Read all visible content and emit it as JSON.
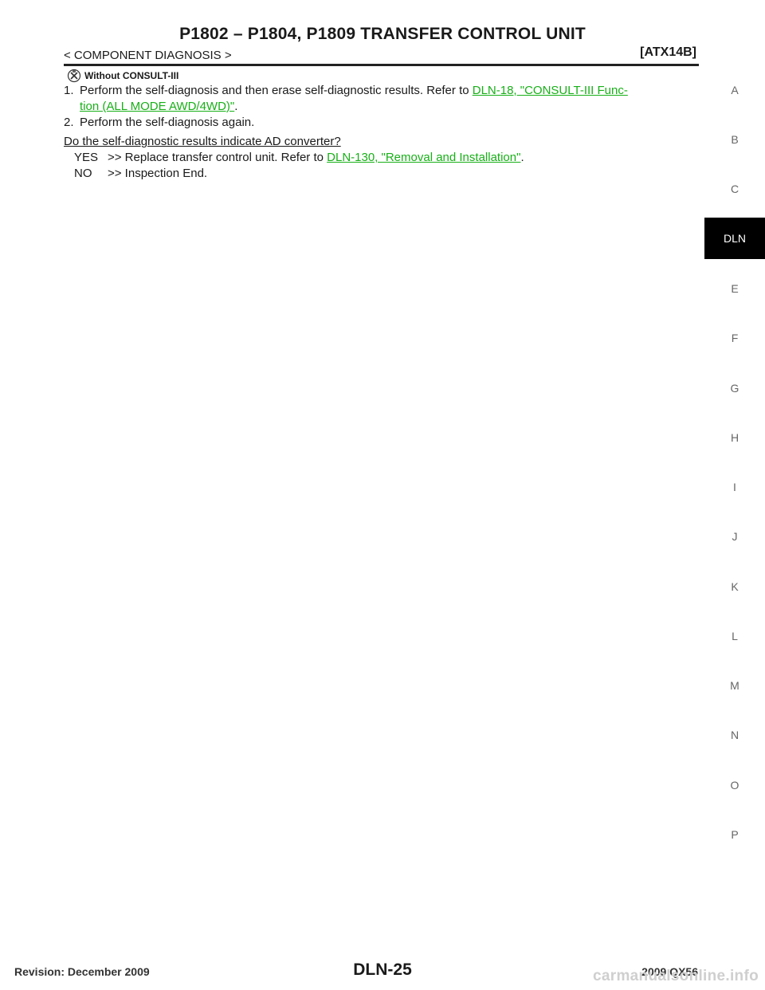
{
  "header": {
    "title": "P1802 – P1804, P1809 TRANSFER CONTROL UNIT",
    "section": "< COMPONENT DIAGNOSIS >",
    "model_code": "[ATX14B]"
  },
  "content": {
    "sub_heading": "Without CONSULT-III",
    "step1_prefix": "Perform the self-diagnosis and then erase self-diagnostic results. Refer to ",
    "step1_link_line1": "DLN-18, \"CONSULT-III Func-",
    "step1_link_line2": "tion (ALL MODE AWD/4WD)\"",
    "step1_suffix": ".",
    "step1_num": "1.",
    "step2_num": "2.",
    "step2_text": "Perform the self-diagnosis again.",
    "question": "Do the self-diagnostic results indicate AD converter?",
    "answers": [
      {
        "key": "YES",
        "text": ">> Replace transfer control unit. Refer to ",
        "link": "DLN-130, \"Removal and Installation\"",
        "suffix": "."
      },
      {
        "key": "NO",
        "text": ">> Inspection End."
      }
    ]
  },
  "side_tabs": [
    "A",
    "B",
    "C",
    "DLN",
    "E",
    "F",
    "G",
    "H",
    "I",
    "J",
    "K",
    "L",
    "M",
    "N",
    "O",
    "P"
  ],
  "active_tab": "DLN",
  "footer": {
    "page_number": "DLN-25",
    "revision": "Revision: December 2009",
    "model": "2009 QX56",
    "watermark": "carmanualsonline.info"
  },
  "colors": {
    "link": "#18b018",
    "active_tab_bg": "#000000"
  },
  "icons": {
    "sub_heading_icon": "tool-icon"
  }
}
